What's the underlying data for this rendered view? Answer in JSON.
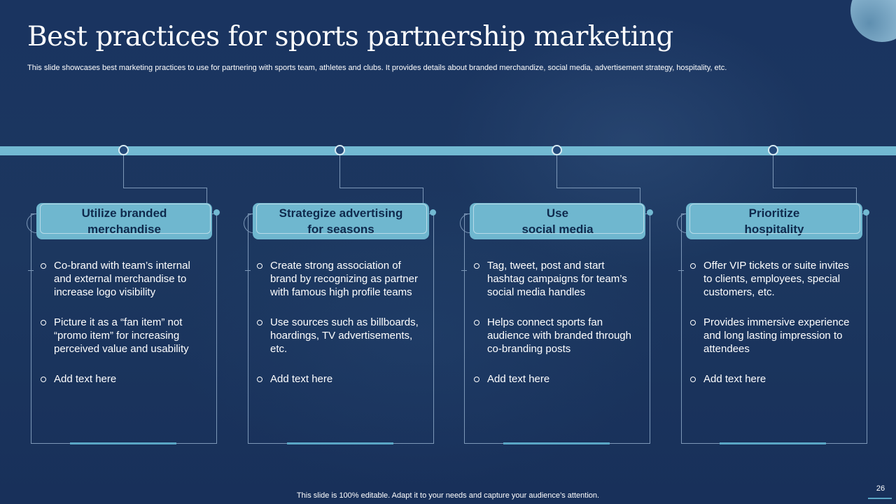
{
  "slide": {
    "title": "Best practices for sports partnership marketing",
    "subtitle": "This slide showcases best marketing practices to use for partnering with sports team, athletes and clubs. It provides details about branded merchandize, social media, advertisement strategy, hospitality, etc.",
    "footer": "This slide is 100% editable. Adapt it to your needs and capture your audience’s attention.",
    "page_number": "26"
  },
  "colors": {
    "background": "#1b355e",
    "accent": "#72b9d2",
    "heading_text": "#0f2a4d"
  },
  "cards": [
    {
      "heading_line1": "Utilize branded",
      "heading_line2": "merchandise",
      "bullets": [
        "Co-brand with team’s internal and external merchandise to increase logo visibility",
        "Picture it as a “fan item” not “promo item” for increasing perceived value and usability",
        "Add text here"
      ]
    },
    {
      "heading_line1": "Strategize advertising",
      "heading_line2": "for seasons",
      "bullets": [
        "Create strong association of brand by recognizing as partner with famous high profile teams",
        "Use sources such as billboards, hoardings, TV advertisements, etc.",
        "Add text here"
      ]
    },
    {
      "heading_line1": "Use",
      "heading_line2": "social media",
      "bullets": [
        "Tag, tweet, post and start hashtag campaigns for team’s social media handles",
        "Helps connect sports fan audience with branded through co-branding posts",
        "Add text here"
      ]
    },
    {
      "heading_line1": "Prioritize",
      "heading_line2": "hospitality",
      "bullets": [
        "Offer VIP tickets or suite invites to clients, employees, special customers, etc.",
        "Provides immersive experience and long lasting impression to attendees",
        "Add text here"
      ]
    }
  ]
}
